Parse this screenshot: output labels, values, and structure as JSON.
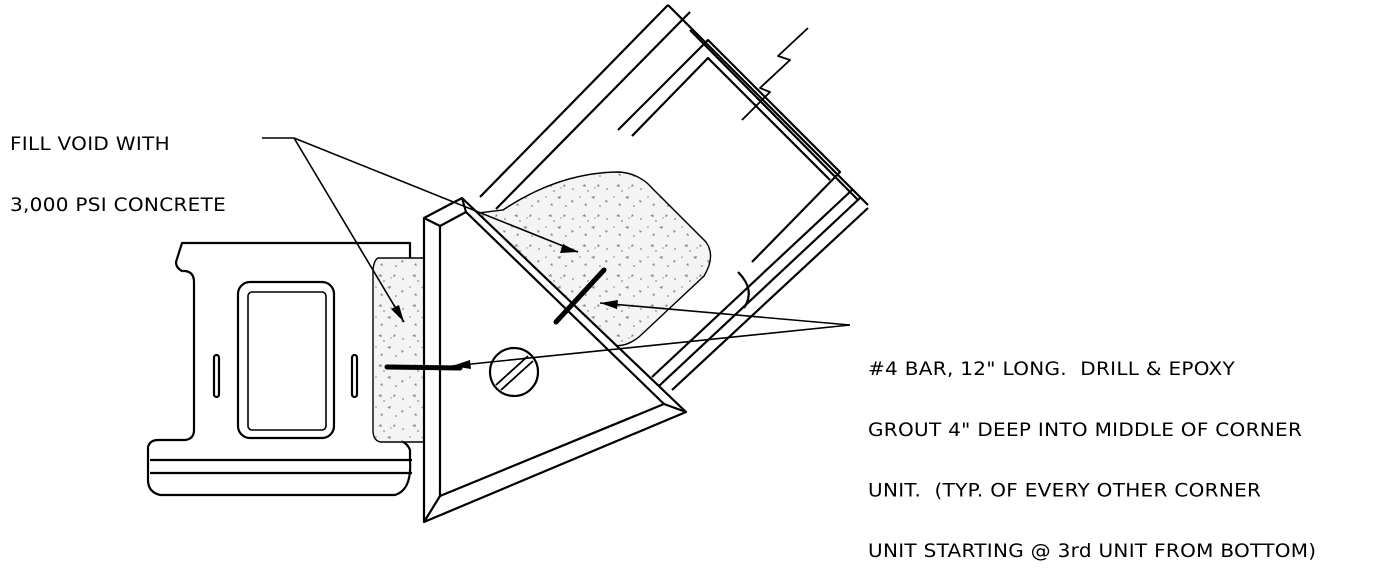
{
  "annotations": {
    "fill_void": {
      "lines": [
        "FILL VOID WITH",
        "3,000 PSI CONCRETE"
      ]
    },
    "rebar": {
      "lines": [
        "#4 BAR, 12\" LONG.  DRILL & EPOXY",
        "GROUT 4\" DEEP INTO MIDDLE OF CORNER",
        "UNIT.  (TYP. OF EVERY OTHER CORNER",
        "UNIT STARTING @ 3rd UNIT FROM BOTTOM)"
      ]
    }
  },
  "colors": {
    "linework": "#000000",
    "concrete_fill": "#f2f2f2",
    "aggregate": "#8a8a8a",
    "background": "#ffffff"
  }
}
